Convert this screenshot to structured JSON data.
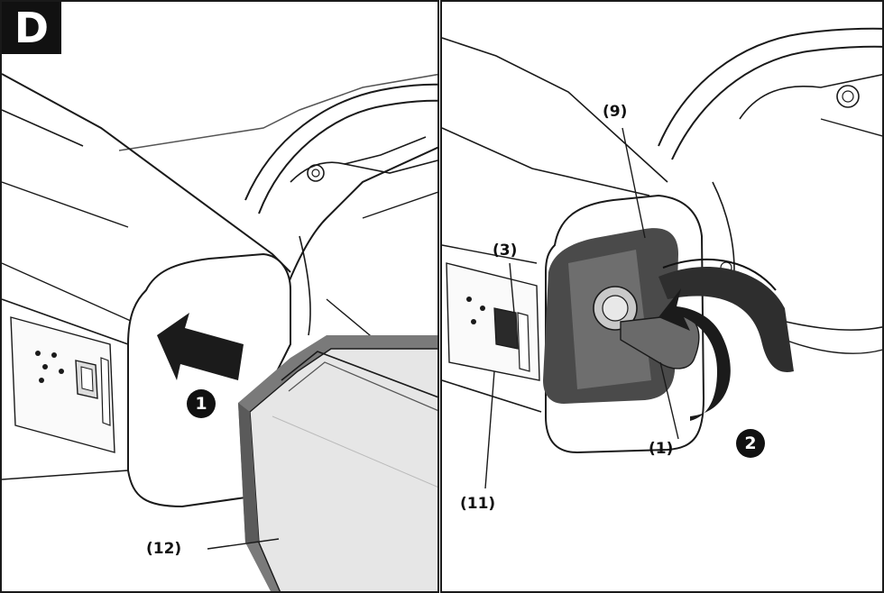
{
  "figure": {
    "letter": "D"
  },
  "steps": {
    "step1": "1",
    "step2": "2"
  },
  "callouts": {
    "c12": "(12)",
    "c9": "(9)",
    "c3": "(3)",
    "c11": "(11)",
    "c1": "(1)"
  },
  "colors": {
    "line": "#1a1a1a",
    "battery_gray": "#7a7a7a",
    "battery_light": "#e6e6e6",
    "arrow": "#1b1b1b",
    "strap": "#2e2e2e"
  }
}
